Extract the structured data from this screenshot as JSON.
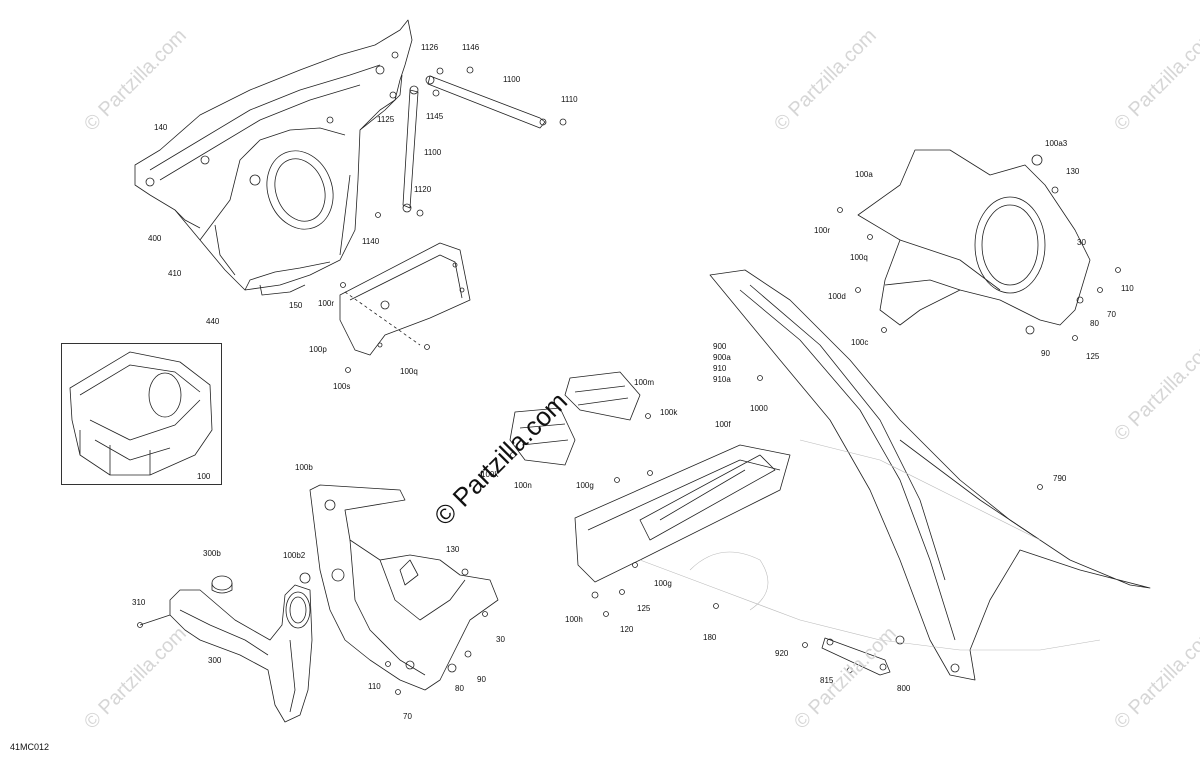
{
  "diagram_code": "41MC012",
  "watermarks": {
    "center": "© Partzilla.com",
    "corner": "© Partzilla.com"
  },
  "labels": [
    {
      "id": "l-1146",
      "text": "1146"
    },
    {
      "id": "l-1126",
      "text": "1126"
    },
    {
      "id": "l-1100a",
      "text": "1100"
    },
    {
      "id": "l-1110",
      "text": "1110"
    },
    {
      "id": "l-1125",
      "text": "1125"
    },
    {
      "id": "l-1145",
      "text": "1145"
    },
    {
      "id": "l-1100b",
      "text": "1100"
    },
    {
      "id": "l-1120",
      "text": "1120"
    },
    {
      "id": "l-1140",
      "text": "1140"
    },
    {
      "id": "l-140",
      "text": "140"
    },
    {
      "id": "l-400",
      "text": "400"
    },
    {
      "id": "l-410",
      "text": "410"
    },
    {
      "id": "l-150",
      "text": "150"
    },
    {
      "id": "l-440",
      "text": "440"
    },
    {
      "id": "l-100r-left",
      "text": "100r"
    },
    {
      "id": "l-100p",
      "text": "100p"
    },
    {
      "id": "l-100q-left",
      "text": "100q"
    },
    {
      "id": "l-100s",
      "text": "100s"
    },
    {
      "id": "l-100",
      "text": "100"
    },
    {
      "id": "l-100m",
      "text": "100m"
    },
    {
      "id": "l-100k-right",
      "text": "100k"
    },
    {
      "id": "l-100k-left",
      "text": "100k"
    },
    {
      "id": "l-100n",
      "text": "100n"
    },
    {
      "id": "l-100f",
      "text": "100f"
    },
    {
      "id": "l-100g-top",
      "text": "100g"
    },
    {
      "id": "l-100g-bottom",
      "text": "100g"
    },
    {
      "id": "l-100h",
      "text": "100h"
    },
    {
      "id": "l-125-mid",
      "text": "125"
    },
    {
      "id": "l-120",
      "text": "120"
    },
    {
      "id": "l-180",
      "text": "180"
    },
    {
      "id": "l-100b",
      "text": "100b"
    },
    {
      "id": "l-300b",
      "text": "300b"
    },
    {
      "id": "l-100b2",
      "text": "100b2"
    },
    {
      "id": "l-130-mid",
      "text": "130"
    },
    {
      "id": "l-310",
      "text": "310"
    },
    {
      "id": "l-300",
      "text": "300"
    },
    {
      "id": "l-30-mid",
      "text": "30"
    },
    {
      "id": "l-110-mid",
      "text": "110"
    },
    {
      "id": "l-80-mid",
      "text": "80"
    },
    {
      "id": "l-90-mid",
      "text": "90"
    },
    {
      "id": "l-70-mid",
      "text": "70"
    },
    {
      "id": "l-100a3",
      "text": "100a3"
    },
    {
      "id": "l-130-right",
      "text": "130"
    },
    {
      "id": "l-100a",
      "text": "100a"
    },
    {
      "id": "l-100r-right",
      "text": "100r"
    },
    {
      "id": "l-100q-right",
      "text": "100q"
    },
    {
      "id": "l-30-right",
      "text": "30"
    },
    {
      "id": "l-110-right",
      "text": "110"
    },
    {
      "id": "l-100d",
      "text": "100d"
    },
    {
      "id": "l-70-right",
      "text": "70"
    },
    {
      "id": "l-80-right",
      "text": "80"
    },
    {
      "id": "l-100c",
      "text": "100c"
    },
    {
      "id": "l-90-right",
      "text": "90"
    },
    {
      "id": "l-125-right",
      "text": "125"
    },
    {
      "id": "l-900",
      "text": "900"
    },
    {
      "id": "l-900a",
      "text": "900a"
    },
    {
      "id": "l-910",
      "text": "910"
    },
    {
      "id": "l-910a",
      "text": "910a"
    },
    {
      "id": "l-1000",
      "text": "1000"
    },
    {
      "id": "l-790",
      "text": "790"
    },
    {
      "id": "l-920",
      "text": "920"
    },
    {
      "id": "l-815",
      "text": "815"
    },
    {
      "id": "l-800",
      "text": "800"
    }
  ]
}
